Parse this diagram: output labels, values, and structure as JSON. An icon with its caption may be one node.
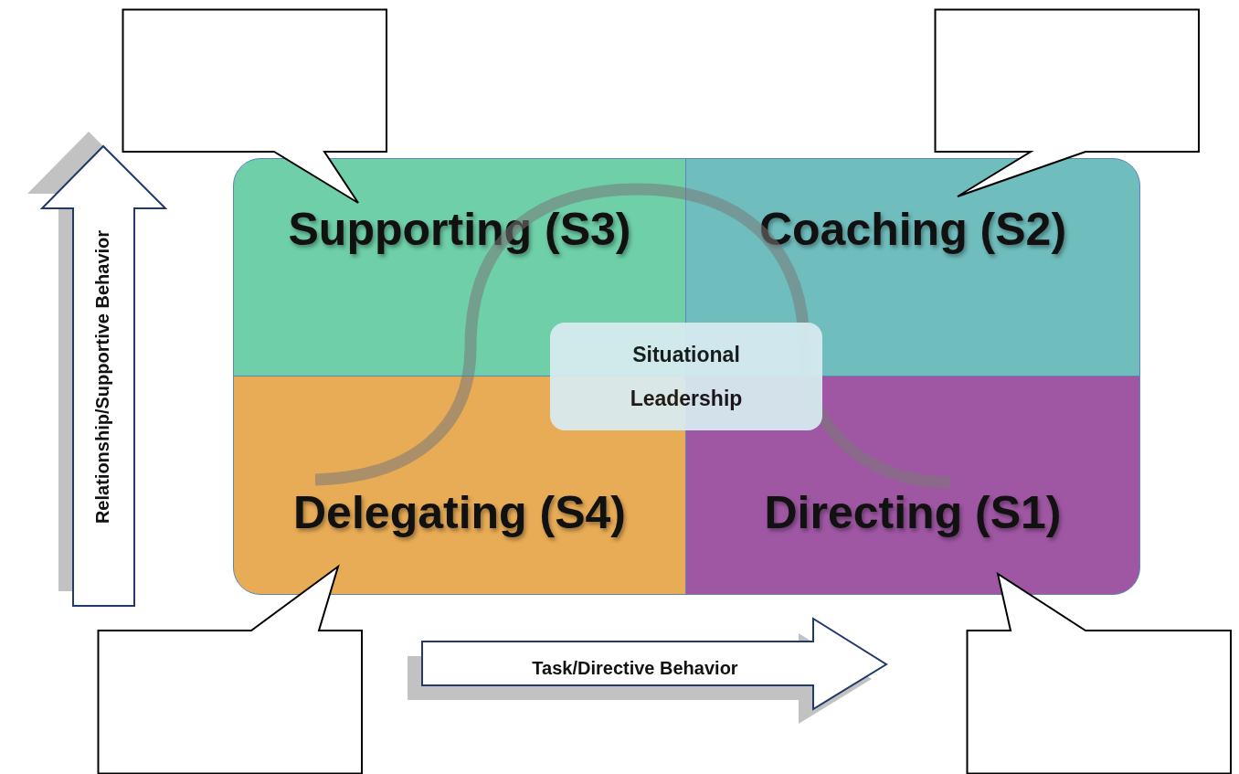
{
  "diagram": {
    "nodes": [
      {
        "text": [],
        "shape": "box"
      },
      {
        "text": [],
        "shape": "box"
      },
      {
        "text": [
          "Supporting (S3)"
        ]
      },
      {
        "text": [
          "Coaching (S2)"
        ]
      },
      {
        "text": [
          "Situational Leadership"
        ]
      },
      {
        "text": [
          "Delegating (S4)"
        ]
      },
      {
        "text": [
          "Directing (S1)"
        ]
      },
      {
        "text": [],
        "shape": "box"
      },
      {
        "text": [],
        "shape": "box"
      }
    ],
    "labels": [
      "Relationship/Supportive Behavior",
      "Task/Directive Behavior"
    ]
  }
}
